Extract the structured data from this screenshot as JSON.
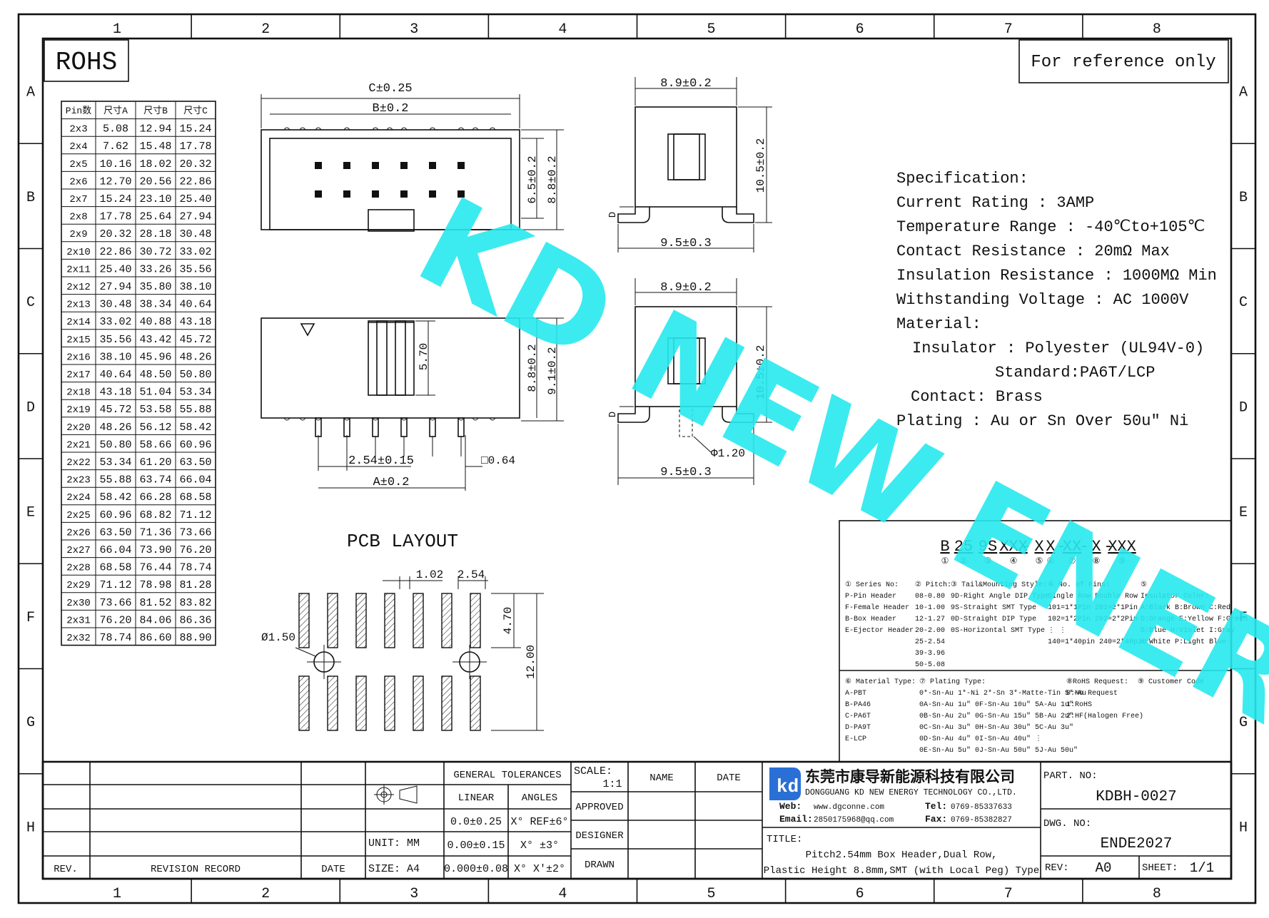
{
  "grid": {
    "cols": [
      "1",
      "2",
      "3",
      "4",
      "5",
      "6",
      "7",
      "8"
    ],
    "rows": [
      "A",
      "B",
      "C",
      "D",
      "E",
      "F",
      "G",
      "H"
    ]
  },
  "header": {
    "rohs": "ROHS",
    "reference": "For reference only"
  },
  "watermark": "KD NEW ENERGY",
  "dim_table": {
    "headers": [
      "Pin数",
      "尺寸A",
      "尺寸B",
      "尺寸C"
    ],
    "rows": [
      [
        "2x3",
        "5.08",
        "12.94",
        "15.24"
      ],
      [
        "2x4",
        "7.62",
        "15.48",
        "17.78"
      ],
      [
        "2x5",
        "10.16",
        "18.02",
        "20.32"
      ],
      [
        "2x6",
        "12.70",
        "20.56",
        "22.86"
      ],
      [
        "2x7",
        "15.24",
        "23.10",
        "25.40"
      ],
      [
        "2x8",
        "17.78",
        "25.64",
        "27.94"
      ],
      [
        "2x9",
        "20.32",
        "28.18",
        "30.48"
      ],
      [
        "2x10",
        "22.86",
        "30.72",
        "33.02"
      ],
      [
        "2x11",
        "25.40",
        "33.26",
        "35.56"
      ],
      [
        "2x12",
        "27.94",
        "35.80",
        "38.10"
      ],
      [
        "2x13",
        "30.48",
        "38.34",
        "40.64"
      ],
      [
        "2x14",
        "33.02",
        "40.88",
        "43.18"
      ],
      [
        "2x15",
        "35.56",
        "43.42",
        "45.72"
      ],
      [
        "2x16",
        "38.10",
        "45.96",
        "48.26"
      ],
      [
        "2x17",
        "40.64",
        "48.50",
        "50.80"
      ],
      [
        "2x18",
        "43.18",
        "51.04",
        "53.34"
      ],
      [
        "2x19",
        "45.72",
        "53.58",
        "55.88"
      ],
      [
        "2x20",
        "48.26",
        "56.12",
        "58.42"
      ],
      [
        "2x21",
        "50.80",
        "58.66",
        "60.96"
      ],
      [
        "2x22",
        "53.34",
        "61.20",
        "63.50"
      ],
      [
        "2x23",
        "55.88",
        "63.74",
        "66.04"
      ],
      [
        "2x24",
        "58.42",
        "66.28",
        "68.58"
      ],
      [
        "2x25",
        "60.96",
        "68.82",
        "71.12"
      ],
      [
        "2x26",
        "63.50",
        "71.36",
        "73.66"
      ],
      [
        "2x27",
        "66.04",
        "73.90",
        "76.20"
      ],
      [
        "2x28",
        "68.58",
        "76.44",
        "78.74"
      ],
      [
        "2x29",
        "71.12",
        "78.98",
        "81.28"
      ],
      [
        "2x30",
        "73.66",
        "81.52",
        "83.82"
      ],
      [
        "2x31",
        "76.20",
        "84.06",
        "86.36"
      ],
      [
        "2x32",
        "78.74",
        "86.60",
        "88.90"
      ]
    ]
  },
  "dims": {
    "c": "C±0.25",
    "b": "B±0.2",
    "a": "A±0.2",
    "h65": "6.5±0.2",
    "h88": "8.8±0.2",
    "h91": "9.1±0.2",
    "w89": "8.9±0.2",
    "w95": "9.5±0.3",
    "h105": "10.5±0.2",
    "d": "D",
    "key": "5.70",
    "pitch": "2.54±0.15",
    "pin": "□0.64",
    "peg": "Φ1.20"
  },
  "pcb": {
    "title": "PCB LAYOUT",
    "d102": "1.02",
    "d254": "2.54",
    "d470": "4.70",
    "d1200": "12.00",
    "hole": "Ø1.50"
  },
  "spec": {
    "lines": [
      "Specification:",
      "Current Rating : 3AMP",
      "Temperature Range : -40℃to+105℃",
      "Contact Resistance : 20mΩ Max",
      "Insulation Resistance : 1000MΩ Min",
      "Withstanding Voltage : AC 1000V",
      "Material:",
      "Insulator : Polyester (UL94V-0)",
      "Standard:PA6T/LCP",
      "Contact: Brass",
      "Plating : Au or Sn Over 50u\" Ni"
    ]
  },
  "pn": {
    "parts": [
      "B",
      "25",
      "9S",
      "XXX",
      "X",
      "X",
      "XX",
      "X",
      "XXX"
    ],
    "dash": "-",
    "nums": [
      "①",
      "②",
      "③",
      "④",
      "⑤",
      "⑥",
      "⑦",
      "⑧",
      "⑨"
    ],
    "series": [
      "① Series No:",
      "P-Pin Header",
      "F-Female Header",
      "B-Box Header",
      "E-Ejector Header"
    ],
    "pitch": [
      "② Pitch:",
      "08-0.80",
      "10-1.00",
      "12-1.27",
      "20-2.00",
      "25-2.54",
      "39-3.96",
      "50-5.08"
    ],
    "tail": [
      "③ Tail&Mounting Style:",
      "9D-Right Angle DIP Type",
      "9S-Straight SMT Type",
      "0D-Straight DIP Type",
      "0S-Horizontal SMT Type"
    ],
    "pins": [
      "④ No. of Pins:",
      "Single Row   Double Row",
      "101=1*1Pin   201=2*1Pin",
      "102=1*2Pin   202=2*2Pin",
      "  ⋮             ⋮",
      "140=1*40pin  240=2*40pin"
    ],
    "color": [
      "⑤",
      "Insulator Color:",
      "A:Black  B:Brown  C:Red",
      "D:Orange E:Yellow F:Green",
      "G:Blue   H:Violet I:Gray",
      "K:White  P:Light Blue"
    ],
    "mat": [
      "⑥ Material Type:",
      "A-PBT",
      "B-PA46",
      "C-PA6T",
      "D-PA9T",
      "E-LCP"
    ],
    "plating": [
      "⑦ Plating Type:",
      "0*-Sn-Au 1*-Ni 2*-Sn 3*-Matte-Tin 5*-Au",
      "0A-Sn-Au 1u\" 0F-Sn-Au 10u\"  5A-Au 1u\"",
      "0B-Sn-Au 2u\" 0G-Sn-Au 15u\"  5B-Au 2u\"",
      "0C-Sn-Au 3u\" 0H-Sn-Au 30u\"  5C-Au 3u\"",
      "0D-Sn-Au 4u\" 0I-Sn-Au 40u\"   ⋮",
      "0E-Sn-Au 5u\" 0J-Sn-Au 50u\"  5J-Au 50u\""
    ],
    "rohs": [
      "⑧RoHS Request:",
      "0:No Request",
      "1:RoHS",
      "2:HF(Halogen Free)"
    ],
    "cust": [
      "⑨ Customer Code"
    ]
  },
  "title_block": {
    "rev": "REV.",
    "revision_record": "REVISION RECORD",
    "date": "DATE",
    "general_tol": "GENERAL TOLERANCES",
    "linear": "LINEAR",
    "angles": "ANGLES",
    "lin1": "0.0±0.25",
    "lin2": "0.00±0.15",
    "lin3": "0.000±0.08",
    "ang1": "X° REF±6°",
    "ang2": "X° ±3°",
    "ang3": "X° X'±2°",
    "unit": "UNIT: MM",
    "size": "SIZE: A4",
    "scale_label": "SCALE:",
    "scale": "1:1",
    "name": "NAME",
    "date2": "DATE",
    "approved": "APPROVED",
    "designer": "DESIGNER",
    "drawn": "DRAWN",
    "company_cn": "东莞市康导新能源科技有限公司",
    "company_en": "DONGGUANG KD NEW ENERGY TECHNOLOGY CO.,LTD.",
    "web_label": "Web:",
    "web": "www.dgconne.com",
    "tel_label": "Tel:",
    "tel": "0769-85337633",
    "email_label": "Email:",
    "email": "2850175968@qq.com",
    "fax_label": "Fax:",
    "fax": "0769-85382827",
    "title_label": "TITLE:",
    "title1": "Pitch2.54mm Box Header,Dual Row,",
    "title2": "Plastic Height 8.8mm,SMT (with Local Peg) Type",
    "part_no_label": "PART. NO:",
    "part_no": "KDBH-0027",
    "dwg_no_label": "DWG. NO:",
    "dwg_no": "ENDE2027",
    "rev_label": "REV:",
    "rev_value": "A0",
    "sheet_label": "SHEET:",
    "sheet": "1/1"
  }
}
